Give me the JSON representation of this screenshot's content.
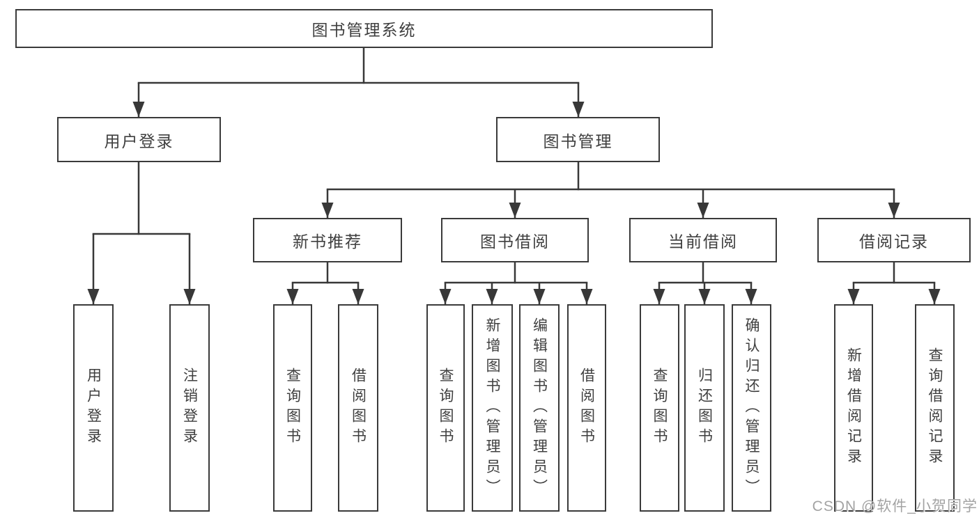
{
  "diagram": {
    "root": {
      "label": "图书管理系统"
    },
    "level2": [
      {
        "id": "user-login",
        "label": "用户登录"
      },
      {
        "id": "book-management",
        "label": "图书管理"
      }
    ],
    "level3": [
      {
        "id": "new-book-recommend",
        "label": "新书推荐"
      },
      {
        "id": "book-borrow",
        "label": "图书借阅"
      },
      {
        "id": "current-borrow",
        "label": "当前借阅"
      },
      {
        "id": "borrow-record",
        "label": "借阅记录"
      }
    ],
    "leaves": [
      {
        "parent": "user-login",
        "label": "用户登录"
      },
      {
        "parent": "user-login",
        "label": "注销登录"
      },
      {
        "parent": "new-book-recommend",
        "label": "查询图书"
      },
      {
        "parent": "new-book-recommend",
        "label": "借阅图书"
      },
      {
        "parent": "book-borrow",
        "label": "查询图书"
      },
      {
        "parent": "book-borrow",
        "label": "新增图书（管理员）"
      },
      {
        "parent": "book-borrow",
        "label": "编辑图书（管理员）"
      },
      {
        "parent": "book-borrow",
        "label": "借阅图书"
      },
      {
        "parent": "current-borrow",
        "label": "查询图书"
      },
      {
        "parent": "current-borrow",
        "label": "归还图书"
      },
      {
        "parent": "current-borrow",
        "label": "确认归还（管理员）"
      },
      {
        "parent": "borrow-record",
        "label": "新增借阅记录"
      },
      {
        "parent": "borrow-record",
        "label": "查询借阅记录"
      }
    ],
    "watermark": "CSDN @软件_小贺同学"
  }
}
